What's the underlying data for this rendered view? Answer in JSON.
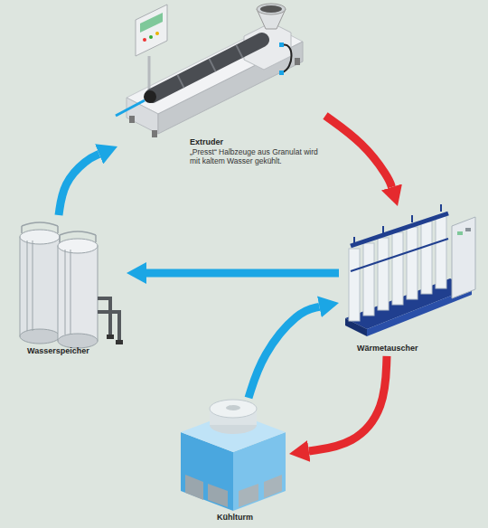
{
  "diagram": {
    "nodes": [
      {
        "text": [
          "Extruder",
          "„Presst“ Halbzeuge aus Granulat wird mit kaltem Wasser gekühlt."
        ]
      },
      {
        "text": [
          "Wärmetauscher"
        ]
      },
      {
        "text": [
          "Wasserspeicher"
        ]
      },
      {
        "text": [
          "Kühlturm"
        ]
      }
    ],
    "edges": [
      {
        "from": 0,
        "to": 1,
        "arrow": "to"
      },
      {
        "from": 1,
        "to": 3,
        "arrow": "to"
      },
      {
        "from": 3,
        "to": 1,
        "arrow": "to"
      },
      {
        "from": 1,
        "to": 2,
        "arrow": "to"
      },
      {
        "from": 2,
        "to": 0,
        "arrow": "to"
      }
    ]
  }
}
